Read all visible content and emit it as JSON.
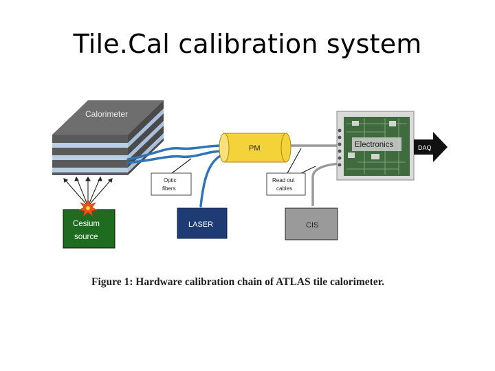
{
  "slide": {
    "title": "Tile.Cal calibration system"
  },
  "diagram": {
    "calorimeter_label": "Calorimeter",
    "pm_label": "PM",
    "electronics_label": "Electronics",
    "daq_label": "DAQ",
    "optic_fibers_label_line1": "Optic",
    "optic_fibers_label_line2": "fibers",
    "readout_cables_label_line1": "Read out",
    "readout_cables_label_line2": "cables",
    "cesium_label_line1": "Cesium",
    "cesium_label_line2": "source",
    "laser_label": "LASER",
    "cis_label": "CIS",
    "colors": {
      "fiber": "#2f74b5",
      "cable": "#9a9a9a",
      "pm_fill": "#f3d23a",
      "laser_fill": "#1f3b73",
      "cesium_fill": "#1f6b1f",
      "cis_fill": "#9a9a9a",
      "electronics_board": "#3f6b3f"
    }
  },
  "caption": {
    "text": "Figure 1: Hardware calibration chain of ATLAS tile calorimeter."
  }
}
